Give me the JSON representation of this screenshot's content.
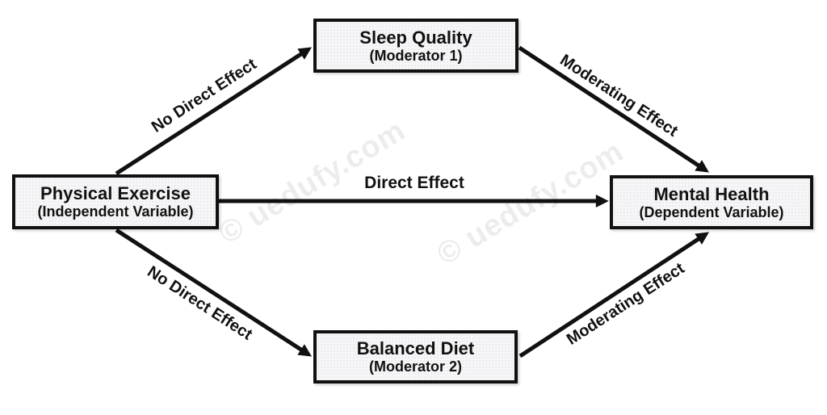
{
  "watermark": {
    "text": "© uedufy.com"
  },
  "colors": {
    "background": "#ffffff",
    "box_fill": "#f6f6f8",
    "box_border": "#111111",
    "arrow": "#111111",
    "label_text": "#111111"
  },
  "diagram": {
    "type": "moderation-model",
    "nodes": [
      {
        "id": "physical-exercise",
        "title": "Physical Exercise",
        "subtitle": "(Independent Variable)"
      },
      {
        "id": "sleep-quality",
        "title": "Sleep Quality",
        "subtitle": "(Moderator 1)"
      },
      {
        "id": "mental-health",
        "title": "Mental Health",
        "subtitle": "(Dependent Variable)"
      },
      {
        "id": "balanced-diet",
        "title": "Balanced Diet",
        "subtitle": "(Moderator 2)"
      }
    ],
    "edges": [
      {
        "from": "Physical Exercise",
        "to": "Sleep Quality",
        "label": "No Direct Effect"
      },
      {
        "from": "Sleep Quality",
        "to": "Mental Health",
        "label": "Moderating Effect"
      },
      {
        "from": "Physical Exercise",
        "to": "Mental Health",
        "label": "Direct Effect"
      },
      {
        "from": "Physical Exercise",
        "to": "Balanced Diet",
        "label": "No Direct Effect"
      },
      {
        "from": "Balanced Diet",
        "to": "Mental Health",
        "label": "Moderating Effect"
      }
    ]
  }
}
